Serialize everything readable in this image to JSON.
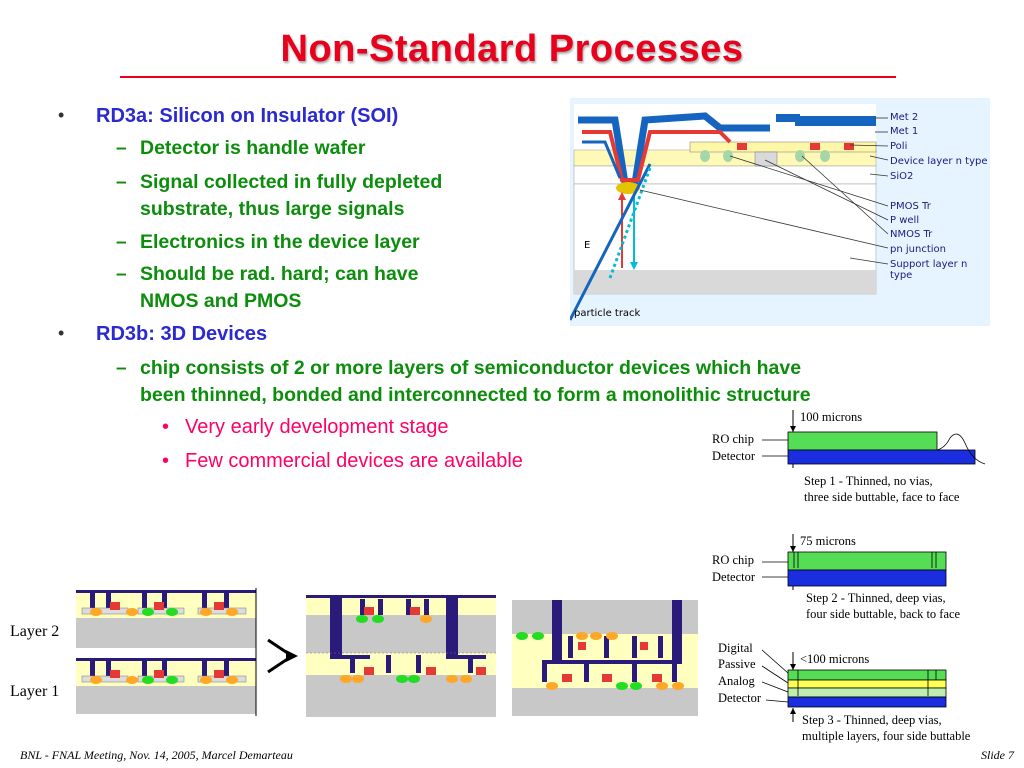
{
  "title": "Non-Standard Processes",
  "bullets": {
    "rd3a": "RD3a: Silicon on Insulator (SOI)",
    "rd3a_items": [
      "Detector is handle wafer",
      "Signal collected in fully depleted",
      "substrate, thus large signals",
      "Electronics in the device layer",
      "Should be rad. hard; can have",
      "NMOS and PMOS"
    ],
    "rd3b": "RD3b: 3D Devices",
    "rd3b_item_line1": "chip consists of 2 or more layers of semiconductor devices which have",
    "rd3b_item_line2": "been thinned, bonded and interconnected to form a monolithic structure",
    "rd3b_sub": [
      "Very early development stage",
      "Few commercial devices are available"
    ]
  },
  "soi_diagram": {
    "labels": [
      "Met 2",
      "Met 1",
      "Poli",
      "Device layer n type",
      "SiO2",
      "PMOS Tr",
      "P well",
      "NMOS Tr",
      "pn junction",
      "Support layer n type"
    ],
    "e_label": "E",
    "track_label": "particle track",
    "colors": {
      "metal": "#1565c0",
      "sio2": "#fff7a8",
      "pwell": "#d9d9d9",
      "red": "#e53935"
    }
  },
  "step1": {
    "microns": "100 microns",
    "ro_chip": "RO chip",
    "detector": "Detector",
    "caption1": "Step 1 - Thinned, no vias,",
    "caption2": "three side buttable, face to face"
  },
  "step2": {
    "microns": "75 microns",
    "ro_chip": "RO chip",
    "detector": "Detector",
    "caption1": "Step 2 - Thinned, deep vias,",
    "caption2": "four side buttable, back to face"
  },
  "step3": {
    "microns": "<100 microns",
    "digital": "Digital",
    "passive": "Passive",
    "analog": "Analog",
    "detector": "Detector",
    "caption1": "Step 3 - Thinned, deep vias,",
    "caption2": "multiple layers, four side buttable"
  },
  "layers": {
    "layer2": "Layer 2",
    "layer1": "Layer 1"
  },
  "footer": {
    "left": "BNL - FNAL Meeting, Nov. 14, 2005, Marcel Demarteau",
    "right": "Slide 7"
  }
}
